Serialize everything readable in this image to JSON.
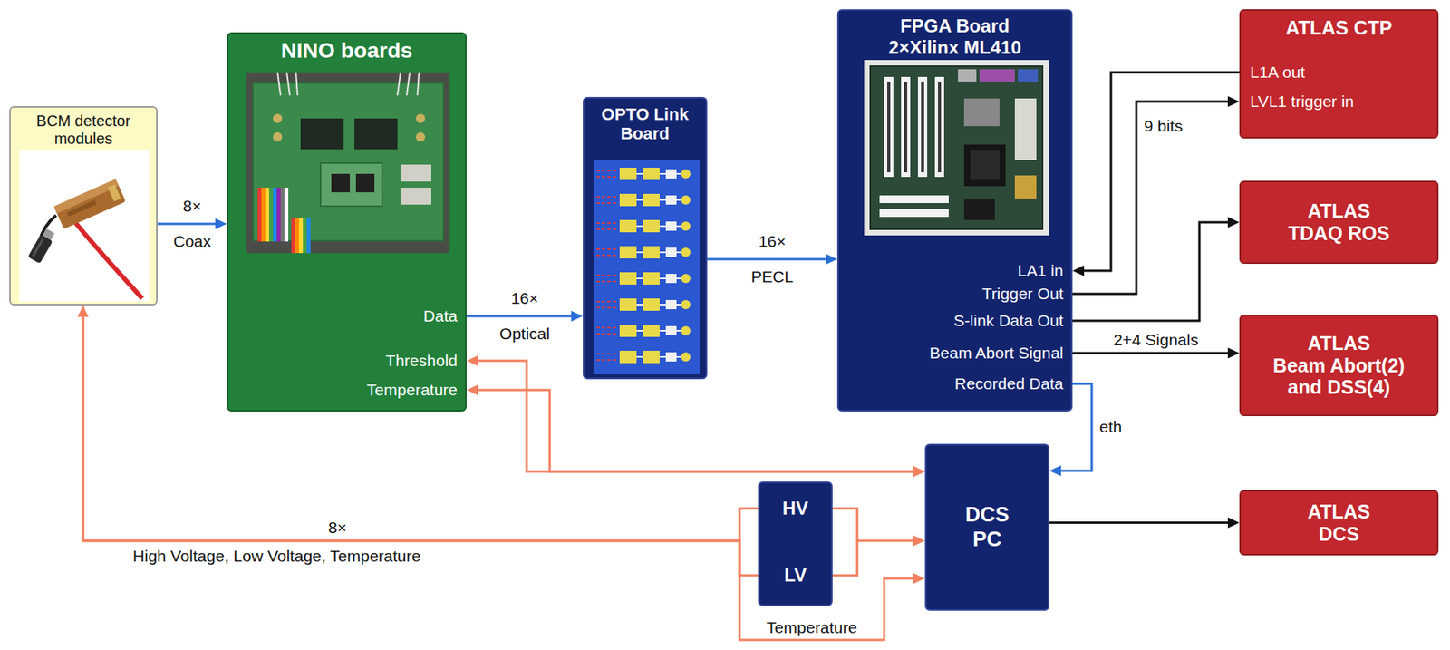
{
  "diagram": {
    "nodes": [
      {
        "text": [
          "BCM detector modules"
        ]
      },
      {
        "text": [
          "NINO boards",
          "Data",
          "Threshold",
          "Temperature"
        ]
      },
      {
        "text": [
          "OPTO Link Board"
        ]
      },
      {
        "text": [
          "FPGA Board 2×Xilinx ML410",
          "LA1 in",
          "Trigger Out",
          "S-link Data Out",
          "Beam Abort Signal",
          "Recorded Data"
        ]
      },
      {
        "text": [
          "ATLAS CTP",
          "L1A out",
          "LVL1 trigger in"
        ]
      },
      {
        "text": [
          "ATLAS",
          "TDAQ ROS"
        ]
      },
      {
        "text": [
          "ATLAS",
          "Beam Abort(2) and DSS(4)"
        ]
      },
      {
        "text": [
          "HV",
          "LV"
        ]
      },
      {
        "text": [
          "DCS PC"
        ]
      },
      {
        "text": [
          "ATLAS DCS"
        ]
      }
    ],
    "edges": [
      {
        "from": 0,
        "to": 1,
        "label": "8× Coax",
        "arrow": "to"
      },
      {
        "from": 1,
        "to": 2,
        "label": "16× Optical",
        "arrow": "to"
      },
      {
        "from": 2,
        "to": 3,
        "label": "16× PECL",
        "arrow": "to"
      },
      {
        "from": 4,
        "to": 3,
        "arrow": "to"
      },
      {
        "from": 3,
        "to": 4,
        "label": "9 bits",
        "arrow": "to"
      },
      {
        "from": 3,
        "to": 5,
        "arrow": "to"
      },
      {
        "from": 3,
        "to": 6,
        "label": "2+4 Signals",
        "arrow": "to"
      },
      {
        "from": 3,
        "to": 8,
        "label": "eth",
        "arrow": "to"
      },
      {
        "from": 8,
        "to": 9,
        "arrow": "to"
      },
      {
        "from": 1,
        "to": 8,
        "arrow": "both"
      },
      {
        "from": 1,
        "to": 8,
        "arrow": "both"
      },
      {
        "from": 7,
        "to": 0,
        "label": "8×",
        "arrow": "to"
      },
      {
        "from": 7,
        "to": 8,
        "arrow": "to"
      },
      {
        "from": 0,
        "to": 8,
        "label": "Temperature",
        "arrow": "to"
      }
    ],
    "labels": [
      "High Voltage, Low Voltage, Temperature"
    ]
  }
}
